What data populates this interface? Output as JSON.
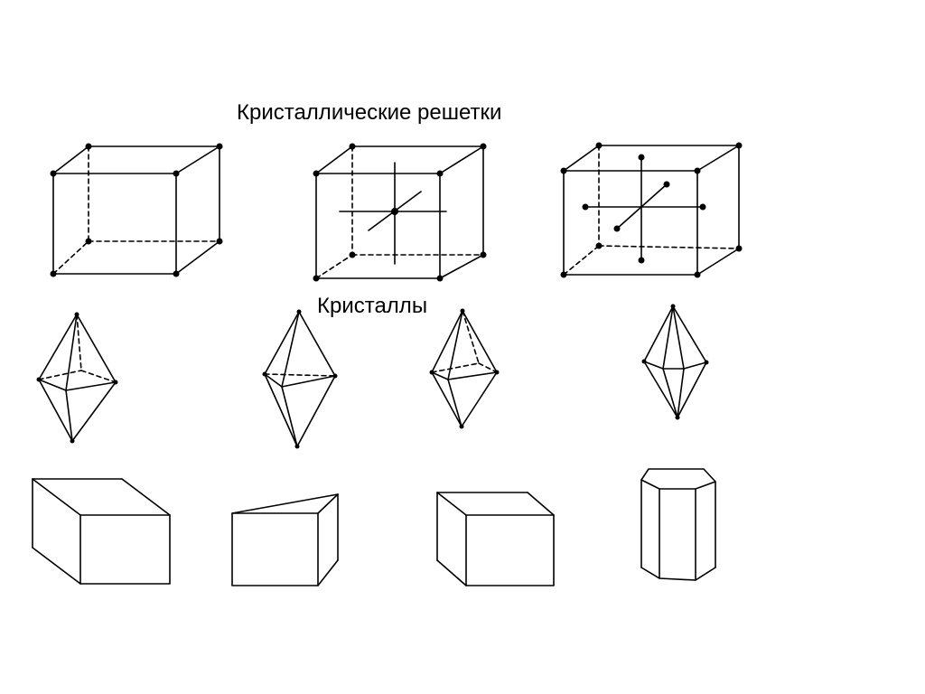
{
  "titles": {
    "lattices": "Кристаллические решетки",
    "crystals": "Кристаллы"
  },
  "figures": {
    "lattices": [
      "simple-cubic-lattice",
      "body-centered-lattice",
      "face-centered-lattice"
    ],
    "bipyramids": [
      "bipyramid-1",
      "bipyramid-2",
      "bipyramid-3",
      "bipyramid-4"
    ],
    "prisms": [
      "rectangular-prism",
      "wedge-prism",
      "box-prism",
      "hexagonal-prism"
    ]
  },
  "colors": {
    "ink": "#000000",
    "background": "#ffffff"
  }
}
